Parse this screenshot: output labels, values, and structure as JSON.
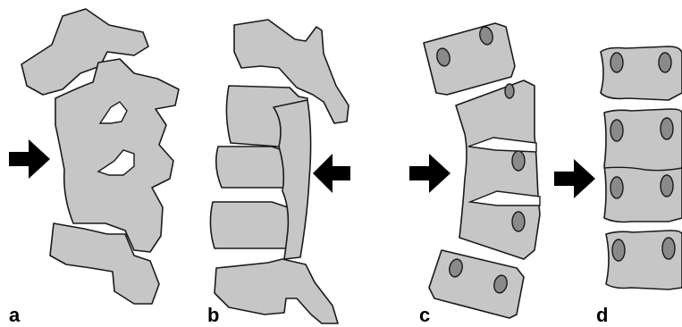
{
  "figure": {
    "panels": [
      {
        "id": "a",
        "label": "a",
        "arrow_direction": "right"
      },
      {
        "id": "b",
        "label": "b",
        "arrow_direction": "left"
      },
      {
        "id": "c",
        "label": "c",
        "arrow_direction": "right"
      },
      {
        "id": "d",
        "label": "d",
        "arrow_direction": "right"
      }
    ]
  },
  "colors": {
    "bone_fill": "#c6c6c6",
    "outline": "#1a1a1a",
    "pedicle_fill": "#8a8a8a",
    "arrow": "#000000",
    "background": "#ffffff"
  }
}
